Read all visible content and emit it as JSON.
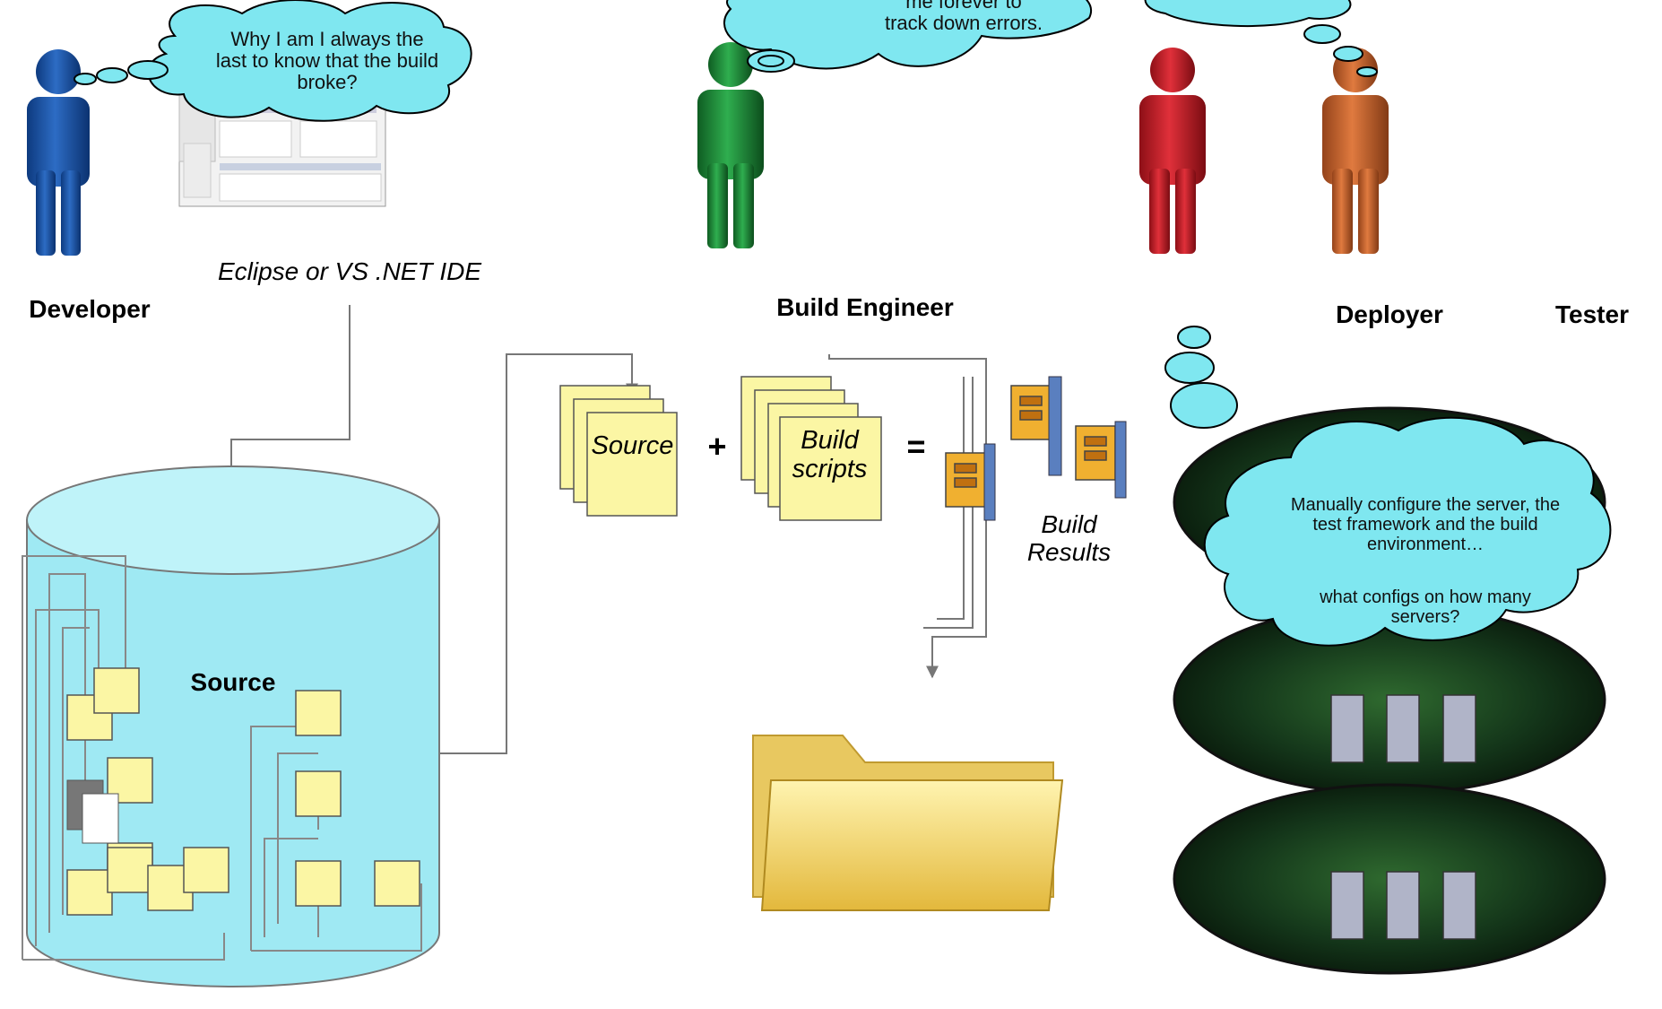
{
  "roles": {
    "developer": "Developer",
    "build_engineer": "Build Engineer",
    "deployer": "Deployer",
    "tester": "Tester"
  },
  "thoughts": {
    "developer": "Why I am I always the last to know that the build broke?",
    "build_engineer_partial": "me forever to track down errors.",
    "deployer_line1": "Manually configure the server, the test framework and the build environment…",
    "deployer_line2": "what configs on how many servers?"
  },
  "labels": {
    "ide": "Eclipse or VS .NET IDE",
    "repository": "Source",
    "source_doc": "Source",
    "build_scripts": "Build scripts",
    "build_results": "Build Results",
    "plus": "+",
    "equals": "="
  },
  "colors": {
    "developer": "#1a4f9e",
    "build_engineer": "#1f8a3a",
    "deployer": "#c0232a",
    "tester": "#c8632a",
    "cloud_fill": "#7fe7f0",
    "cylinder_fill": "#9fe9f3",
    "sheet_fill": "#fbf6a4",
    "server_ring": "#1e4d1e"
  }
}
